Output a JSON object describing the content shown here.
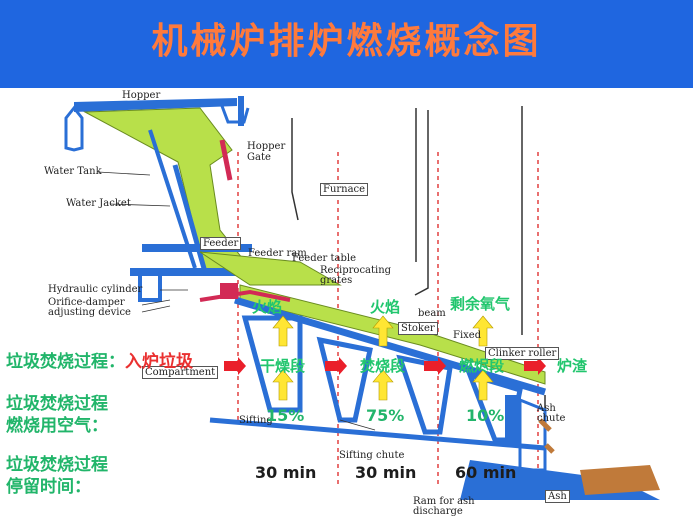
{
  "title": "机械炉排炉燃烧概念图",
  "labels": {
    "hopper": "Hopper",
    "hopper_gate_1": "Hopper",
    "hopper_gate_2": "Gate",
    "water_tank": "Water Tank",
    "water_jacket": "Water Jacket",
    "furnace": "Furnace",
    "feeder": "Feeder",
    "feeder_ram": "Feeder ram",
    "feeder_table": "Feeder table",
    "reciprocating_1": "Reciprocating",
    "reciprocating_2": "grates",
    "hydraulic_cylinder": "Hydraulic cylinder",
    "orifice_1": "Orifice-damper",
    "orifice_2": "adjusting device",
    "compartment": "Compartment",
    "sifting_1": "Sifting",
    "sifting_2": "Sifting chute",
    "beam": "beam",
    "stoker": "Stoker",
    "fixed": "Fixed",
    "clinker": "Clinker roller",
    "ash_chute_1": "Ash",
    "ash_chute_2": "chute",
    "ram_1": "Ram for ash",
    "ram_2": "discharge",
    "ash_box": "Ash"
  },
  "left_text": {
    "process": "垃圾焚烧过程：",
    "process_start": "入炉垃圾",
    "air_1": "垃圾焚烧过程",
    "air_2": "燃烧用空气：",
    "time_1": "垃圾焚烧过程",
    "time_2": "停留时间："
  },
  "stages": {
    "drying": "干燥段",
    "burning": "焚烧段",
    "burnout": "燃烬段",
    "slag": "炉渣"
  },
  "top_labels": {
    "flame1": "火焰",
    "flame2": "火焰",
    "oxygen": "剩余氧气"
  },
  "air_percent": [
    "15%",
    "75%",
    "10%"
  ],
  "residence_time": [
    "30 min",
    "30 min",
    "60 min"
  ],
  "colors": {
    "header": "#1f66e0",
    "title": "#ff7a3c",
    "waste": "#b8e04a",
    "structure": "#2a6fd6",
    "arrow_red": "#ea1f2a",
    "arrow_yellow": "#ffe633",
    "text_green": "#21b56a"
  }
}
